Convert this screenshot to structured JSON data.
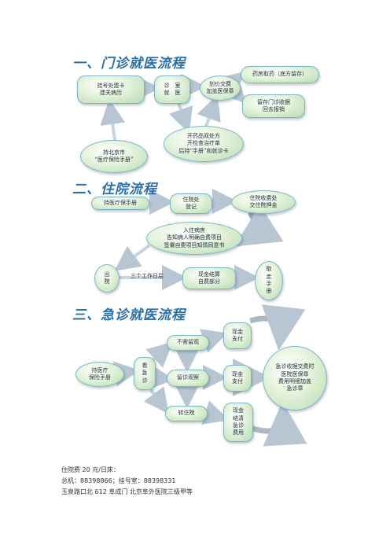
{
  "sections": [
    {
      "id": "outpatient",
      "title": "一、门诊就医流程"
    },
    {
      "id": "inpatient",
      "title": "二、住院流程"
    },
    {
      "id": "emergency",
      "title": "三、急诊就医流程"
    }
  ],
  "outpatient": {
    "register": "挂号处建卡\n建关病历",
    "consult": "诊　室\n就　医",
    "pay": "划价交费\n加盖医保章",
    "pharmacy": "药房取药（底方留存）",
    "keep": "留存门诊收据\n回去报销",
    "prescribe": "开药品双处方\n开检查治疗单\n后持“手册”和就诊卡",
    "card": "持北京市\n“医疗保险手册”"
  },
  "inpatient": {
    "handbook": "持医疗保手册",
    "admit": "住院处\n登记",
    "deposit": "住院收费处\n交住院押金",
    "ward": "入住病房\n告知病人明确自费项目\n签署自费项目知情同意书",
    "discharge": "出\n院",
    "days": "三个工作日后",
    "settle": "现金结算\n自费部分",
    "leave": "取\n走\n手\n册"
  },
  "emergency": {
    "handbook": "持医疗\n保险手册",
    "visit": "看\n急\n诊",
    "no_stay": "不需留观",
    "observe": "留诊观察",
    "transfer": "转住院",
    "cash1": "现金\n支付",
    "cash2": "现金\n支付",
    "cash3": "现金\n结清\n急诊\n费用",
    "reimburse": "急诊收据交费时\n医院医保章\n费用明细加盖\n急诊章"
  },
  "footer": {
    "line1": "住院费  20 元/日床：",
    "line2": "总机：88398866；挂号室：88398331",
    "line3": "玉泉路口北  612      阜成门   北京阜外医院三级甲等"
  }
}
